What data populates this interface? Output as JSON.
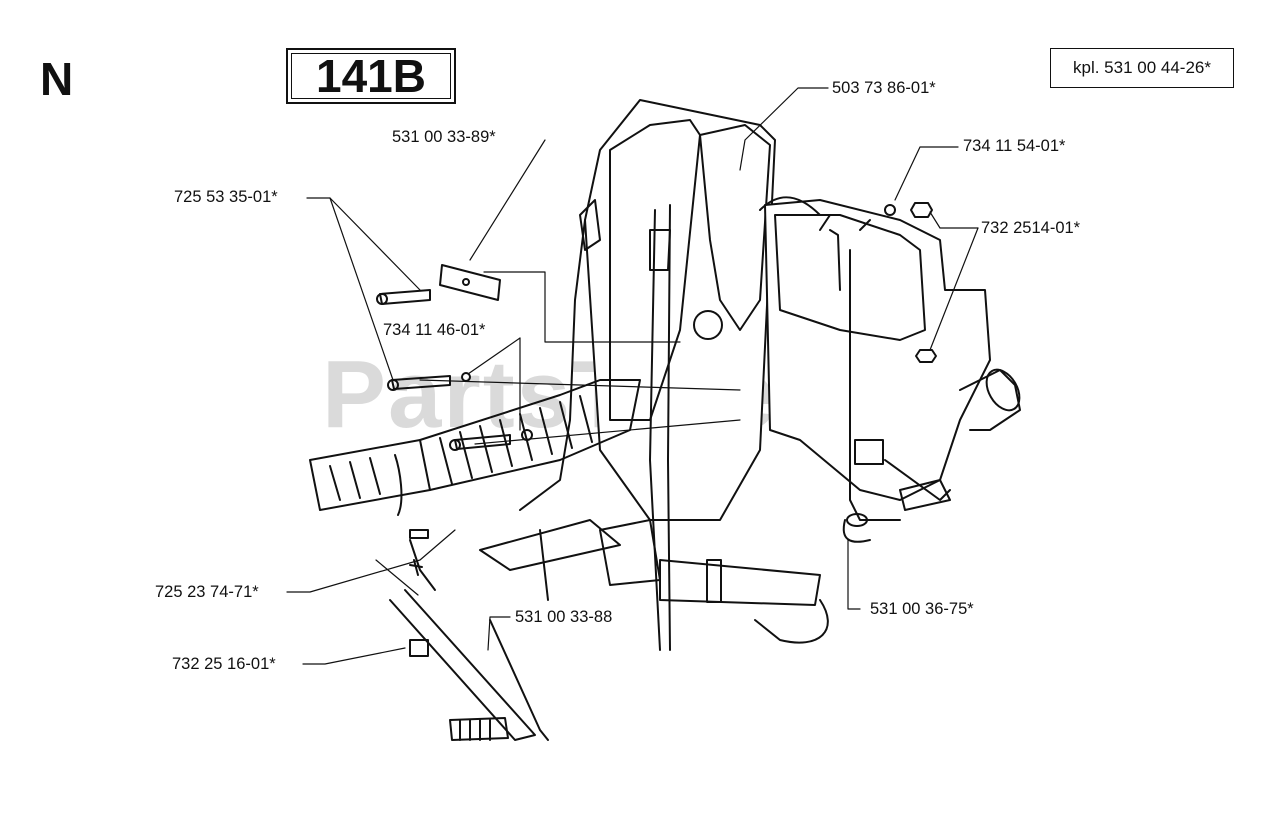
{
  "header": {
    "section_letter": "N",
    "model": "141B",
    "kit_number": "kpl. 531 00 44-26*"
  },
  "watermark": "PartsTree",
  "parts": [
    {
      "id": "p1",
      "number": "503 73 86-01*"
    },
    {
      "id": "p2",
      "number": "531 00 33-89*"
    },
    {
      "id": "p3",
      "number": "734 11 54-01*"
    },
    {
      "id": "p4",
      "number": "725 53 35-01*"
    },
    {
      "id": "p5",
      "number": "732 2514-01*"
    },
    {
      "id": "p6",
      "number": "734 11 46-01*"
    },
    {
      "id": "p7",
      "number": "725 23 74-71*"
    },
    {
      "id": "p8",
      "number": "531 00 33-88"
    },
    {
      "id": "p9",
      "number": "531 00 36-75*"
    },
    {
      "id": "p10",
      "number": "732 25 16-01*"
    }
  ]
}
